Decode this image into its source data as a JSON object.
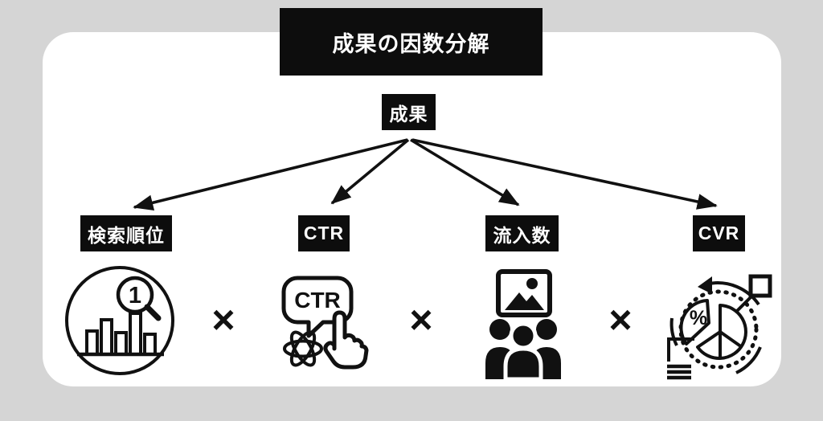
{
  "colors": {
    "background": "#d5d5d5",
    "card": "#ffffff",
    "box_bg": "#0d0d0d",
    "box_text": "#ffffff",
    "ink": "#111111"
  },
  "title": "成果の因数分解",
  "root_label": "成果",
  "multiply_sign": "×",
  "factors": [
    {
      "label": "検索順位",
      "icon": "search-ranking-icon"
    },
    {
      "label": "CTR",
      "icon": "ctr-click-icon"
    },
    {
      "label": "流入数",
      "icon": "audience-icon"
    },
    {
      "label": "CVR",
      "icon": "conversion-pie-icon"
    }
  ],
  "icon_texts": {
    "ranking_number": "1",
    "ctr_bubble": "CTR",
    "percent": "%"
  }
}
